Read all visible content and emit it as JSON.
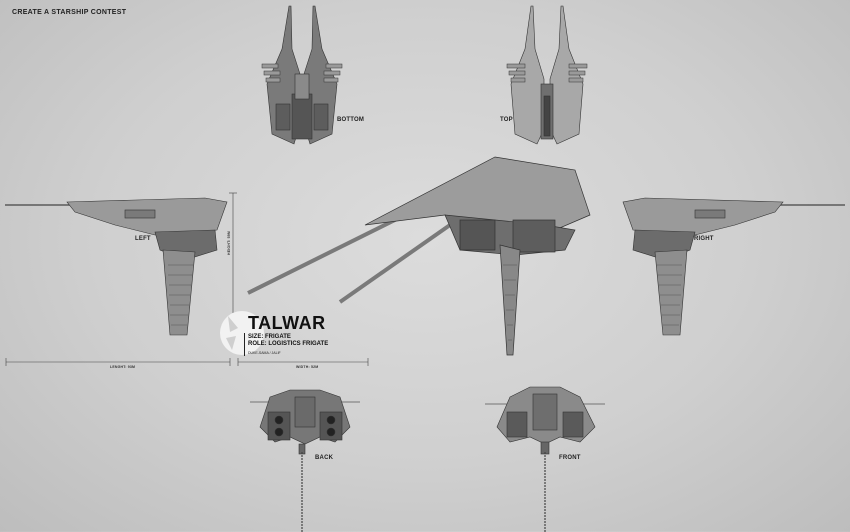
{
  "header": {
    "title": "CREATE A STARSHIP CONTEST"
  },
  "views": {
    "bottom": "BOTTOM",
    "top": "TOP",
    "left": "LEFT",
    "right": "RIGHT",
    "back": "BACK",
    "front": "FRONT"
  },
  "dimensions": {
    "length": "LENGHT: 93M",
    "width": "WIDTH: 52M",
    "height": "HEIGHT: 59M"
  },
  "ship": {
    "name": "TALWAR",
    "size": "SIZE: FRIGATE",
    "role": "ROLE: LOGISTICS FRIGATE",
    "credit": "DUKE-SAMA / JALIF"
  }
}
